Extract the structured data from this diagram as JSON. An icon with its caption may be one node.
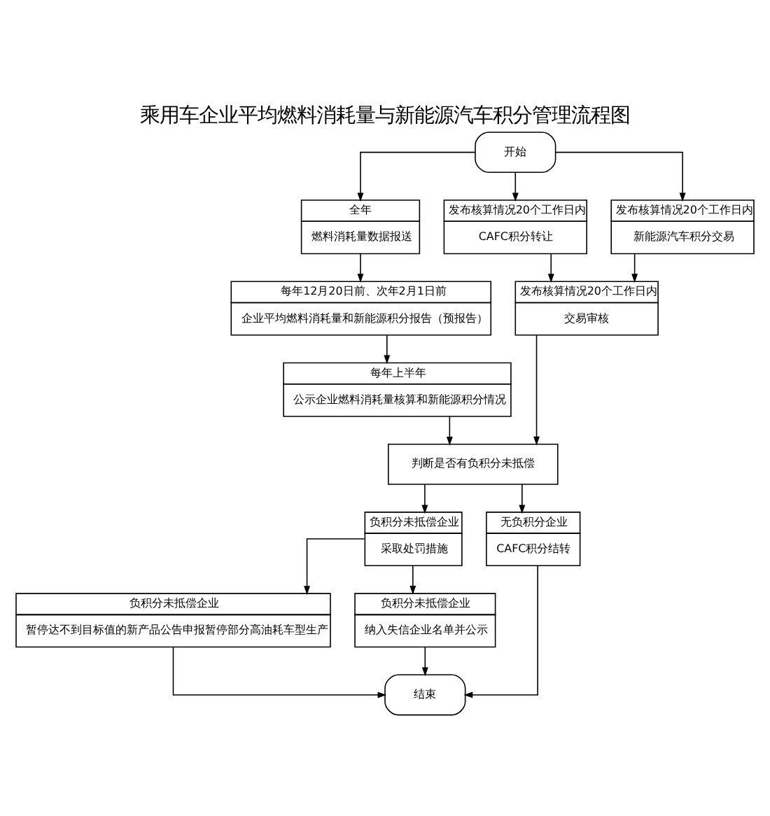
{
  "diagram": {
    "title": "乘用车企业平均燃料消耗量与新能源汽车积分管理流程图",
    "nodes": [
      {
        "text": [
          "开始"
        ]
      },
      {
        "text": [
          "全年",
          "燃料消耗量数据报送"
        ]
      },
      {
        "text": [
          "发布核算情况20个工作日内",
          "CAFC积分转让"
        ]
      },
      {
        "text": [
          "发布核算情况20个工作日内",
          "新能源汽车积分交易"
        ]
      },
      {
        "text": [
          "每年12月20日前、次年2月1日前",
          "企业平均燃料消耗量和新能源积分报告（预报告）"
        ]
      },
      {
        "text": [
          "每年上半年",
          "公示企业燃料消耗量核算和新能源积分情况"
        ]
      },
      {
        "text": [
          "发布核算情况20个工作日内",
          "交易审核"
        ]
      },
      {
        "text": [
          "判断是否有负积分未抵偿"
        ]
      },
      {
        "text": [
          "负积分未抵偿企业",
          "采取处罚措施"
        ]
      },
      {
        "text": [
          "无负积分企业",
          "CAFC积分结转"
        ]
      },
      {
        "text": [
          "负积分未抵偿企业",
          "暂停达不到目标值的新产品公告申报暂停部分高油耗车型生产"
        ]
      },
      {
        "text": [
          "负积分未抵偿企业",
          "纳入失信企业名单并公示"
        ]
      },
      {
        "text": [
          "结束"
        ]
      }
    ],
    "edges": [
      {
        "from": 0,
        "to": 1,
        "arrow": "to"
      },
      {
        "from": 0,
        "to": 2,
        "arrow": "to"
      },
      {
        "from": 0,
        "to": 3,
        "arrow": "to"
      },
      {
        "from": 1,
        "to": 4,
        "arrow": "to"
      },
      {
        "from": 4,
        "to": 5,
        "arrow": "to"
      },
      {
        "from": 2,
        "to": 6,
        "arrow": "to"
      },
      {
        "from": 3,
        "to": 6,
        "arrow": "to"
      },
      {
        "from": 5,
        "to": 7,
        "arrow": "to"
      },
      {
        "from": 6,
        "to": 7,
        "arrow": "to"
      },
      {
        "from": 7,
        "to": 8,
        "arrow": "to"
      },
      {
        "from": 7,
        "to": 9,
        "arrow": "to"
      },
      {
        "from": 8,
        "to": 10,
        "arrow": "to"
      },
      {
        "from": 8,
        "to": 11,
        "arrow": "to"
      },
      {
        "from": 10,
        "to": 12,
        "arrow": "to"
      },
      {
        "from": 11,
        "to": 12,
        "arrow": "to"
      },
      {
        "from": 9,
        "to": 12,
        "arrow": "to"
      }
    ]
  }
}
